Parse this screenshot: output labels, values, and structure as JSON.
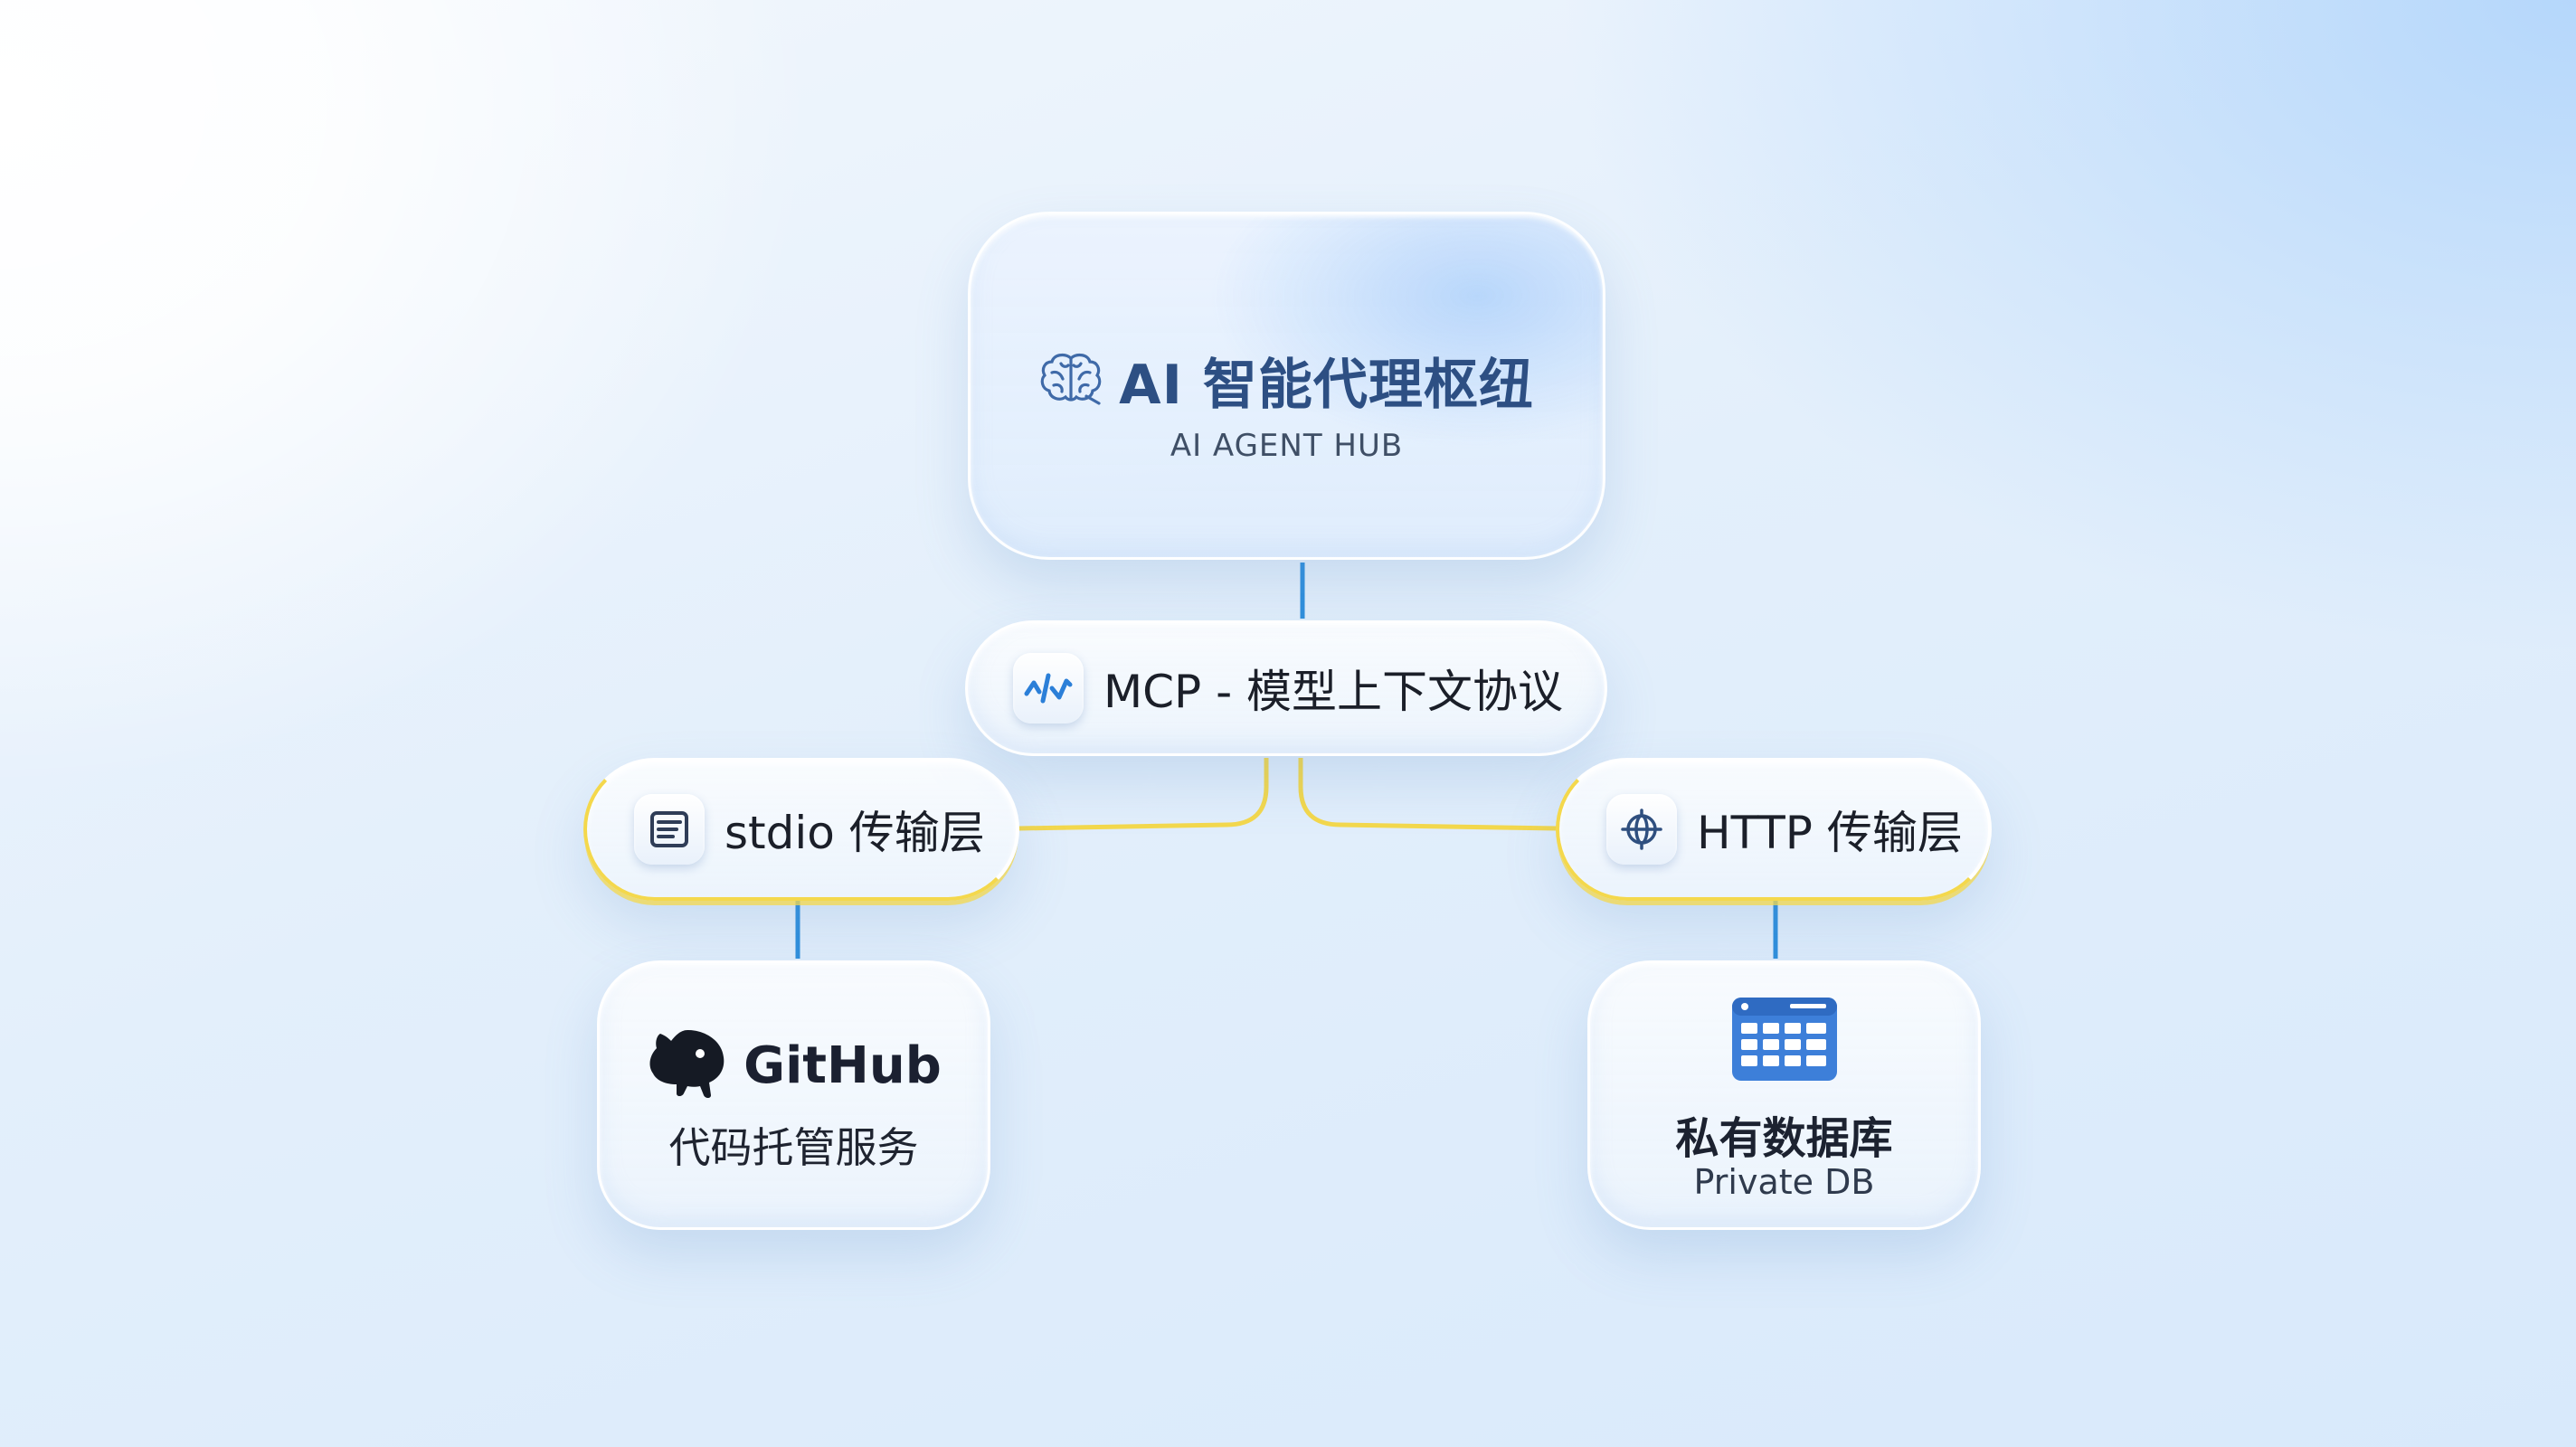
{
  "hub": {
    "title": "AI 智能代理枢纽",
    "subtitle": "AI AGENT HUB",
    "icon": "brain-icon"
  },
  "protocol": {
    "label": "MCP - 模型上下文协议",
    "icon": "mcp-protocol-icon"
  },
  "transports": [
    {
      "label": "stdio 传输层",
      "icon": "terminal-list-icon"
    },
    {
      "label": "HTTP 传输层",
      "icon": "globe-network-icon"
    }
  ],
  "services": {
    "github": {
      "name": "GitHub",
      "description": "代码托管服务",
      "icon": "github-octocat-icon"
    },
    "database": {
      "name": "私有数据库",
      "subtitle": "Private DB",
      "icon": "database-table-icon"
    }
  },
  "colors": {
    "hub_title": "#2d4f83",
    "connector_blue": "#2f8fdc",
    "connector_yellow": "#f4d84c",
    "db_icon_blue": "#3d7fd9"
  }
}
